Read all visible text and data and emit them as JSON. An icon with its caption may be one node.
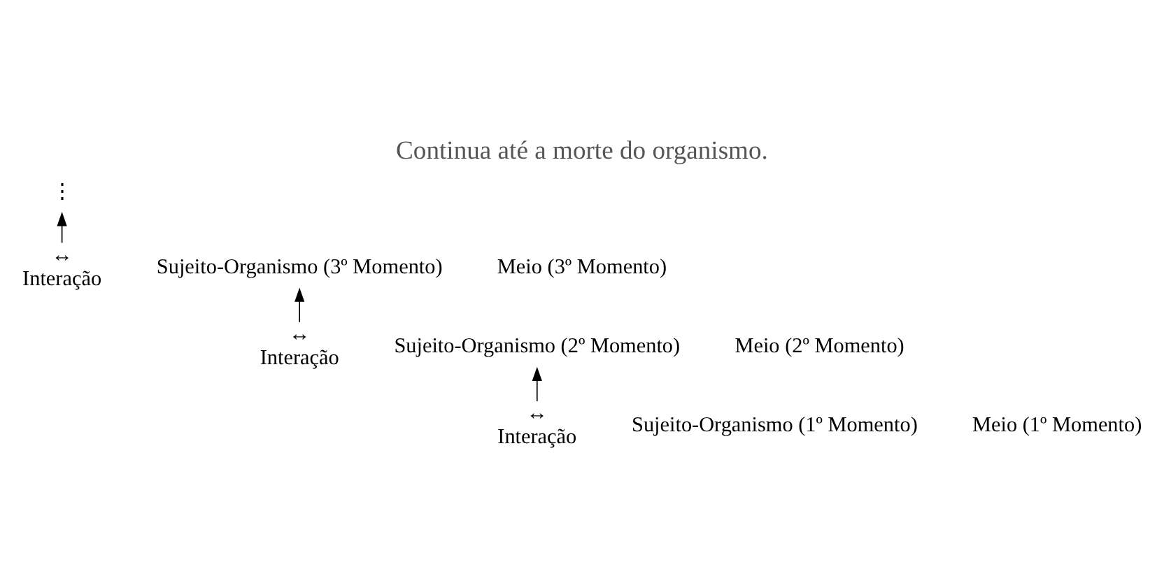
{
  "diagram": {
    "title": "Continua até a morte do organismo.",
    "nodes": [
      {
        "text": [
          "⋮"
        ]
      },
      {
        "text": [
          "Sujeito-Organismo (3º Momento)"
        ]
      },
      {
        "text": [
          "↔",
          "Interação"
        ]
      },
      {
        "text": [
          "Meio (3º Momento)"
        ]
      },
      {
        "text": [
          "Sujeito-Organismo (2º Momento)"
        ]
      },
      {
        "text": [
          "↔",
          "Interação"
        ]
      },
      {
        "text": [
          "Meio (2º Momento)"
        ]
      },
      {
        "text": [
          "Sujeito-Organismo (1º Momento)"
        ]
      },
      {
        "text": [
          "↔",
          "Interação"
        ]
      },
      {
        "text": [
          "Meio (1º Momento)"
        ]
      }
    ],
    "edges": [
      {
        "from": 2,
        "to": 0,
        "arrow": "to"
      },
      {
        "from": 5,
        "to": 1,
        "arrow": "to"
      },
      {
        "from": 8,
        "to": 4,
        "arrow": "to"
      }
    ]
  }
}
